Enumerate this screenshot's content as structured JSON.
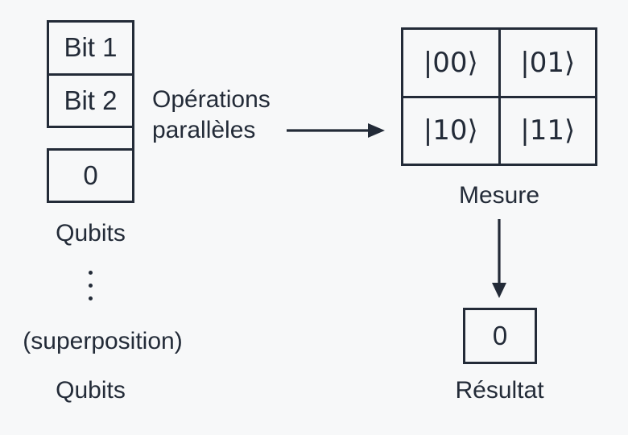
{
  "colors": {
    "background": "#f7f8f9",
    "ink": "#232b38"
  },
  "left": {
    "bit_stack": {
      "cells": [
        "Bit 1",
        "Bit 2"
      ]
    },
    "zero_box": {
      "value": "0"
    },
    "qubits_label_top": "Qubits",
    "superposition_label": "(superposition)",
    "qubits_label_bottom": "Qubits"
  },
  "center": {
    "operations_label": {
      "line1": "Opérations",
      "line2": "parallèles"
    }
  },
  "right": {
    "state_grid": {
      "cells": [
        "|00⟩",
        "|01⟩",
        "|10⟩",
        "|11⟩"
      ]
    },
    "measure_label": "Mesure",
    "result_box": {
      "value": "0"
    },
    "result_label": "Résultat"
  }
}
